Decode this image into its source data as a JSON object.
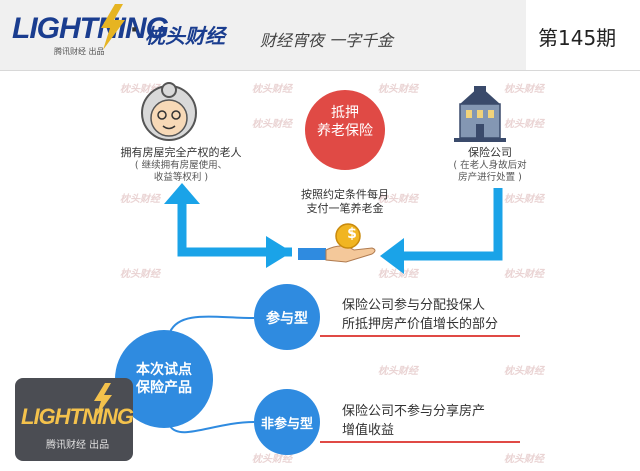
{
  "header": {
    "logo_text": "LIGHTNING",
    "logo_sub": "腾讯财经 出品",
    "separator": "·",
    "brand": "枕头财经",
    "slogan": "财经宵夜 一字千金",
    "issue": "第145期"
  },
  "watermark_text": "枕头财经",
  "diagram": {
    "center_label_line1": "抵押",
    "center_label_line2": "养老保险",
    "elder_title": "拥有房屋完全产权的老人",
    "elder_note_line1": "( 继续拥有房屋使用、",
    "elder_note_line2": "收益等权利 )",
    "insurer_title": "保险公司",
    "insurer_note_line1": "( 在老人身故后对",
    "insurer_note_line2": "房产进行处置 )",
    "payment_line1": "按照约定条件每月",
    "payment_line2": "支付一笔养老金",
    "coin_symbol": "$"
  },
  "products": {
    "main_line1": "本次试点",
    "main_line2": "保险产品",
    "type1": "参与型",
    "type1_desc_line1": "保险公司参与分配投保人",
    "type1_desc_line2": "所抵押房产价值增长的部分",
    "type2": "非参与型",
    "type2_desc_line1": "保险公司不参与分享房产",
    "type2_desc_line2": "增值收益"
  },
  "bottom_logo": {
    "text": "LIGHTNING",
    "sub": "腾讯财经 出品"
  },
  "colors": {
    "brand_blue": "#1a3d8f",
    "accent_red": "#e04a45",
    "circle_blue": "#2f8be0",
    "arrow_blue": "#1aa3e8"
  }
}
